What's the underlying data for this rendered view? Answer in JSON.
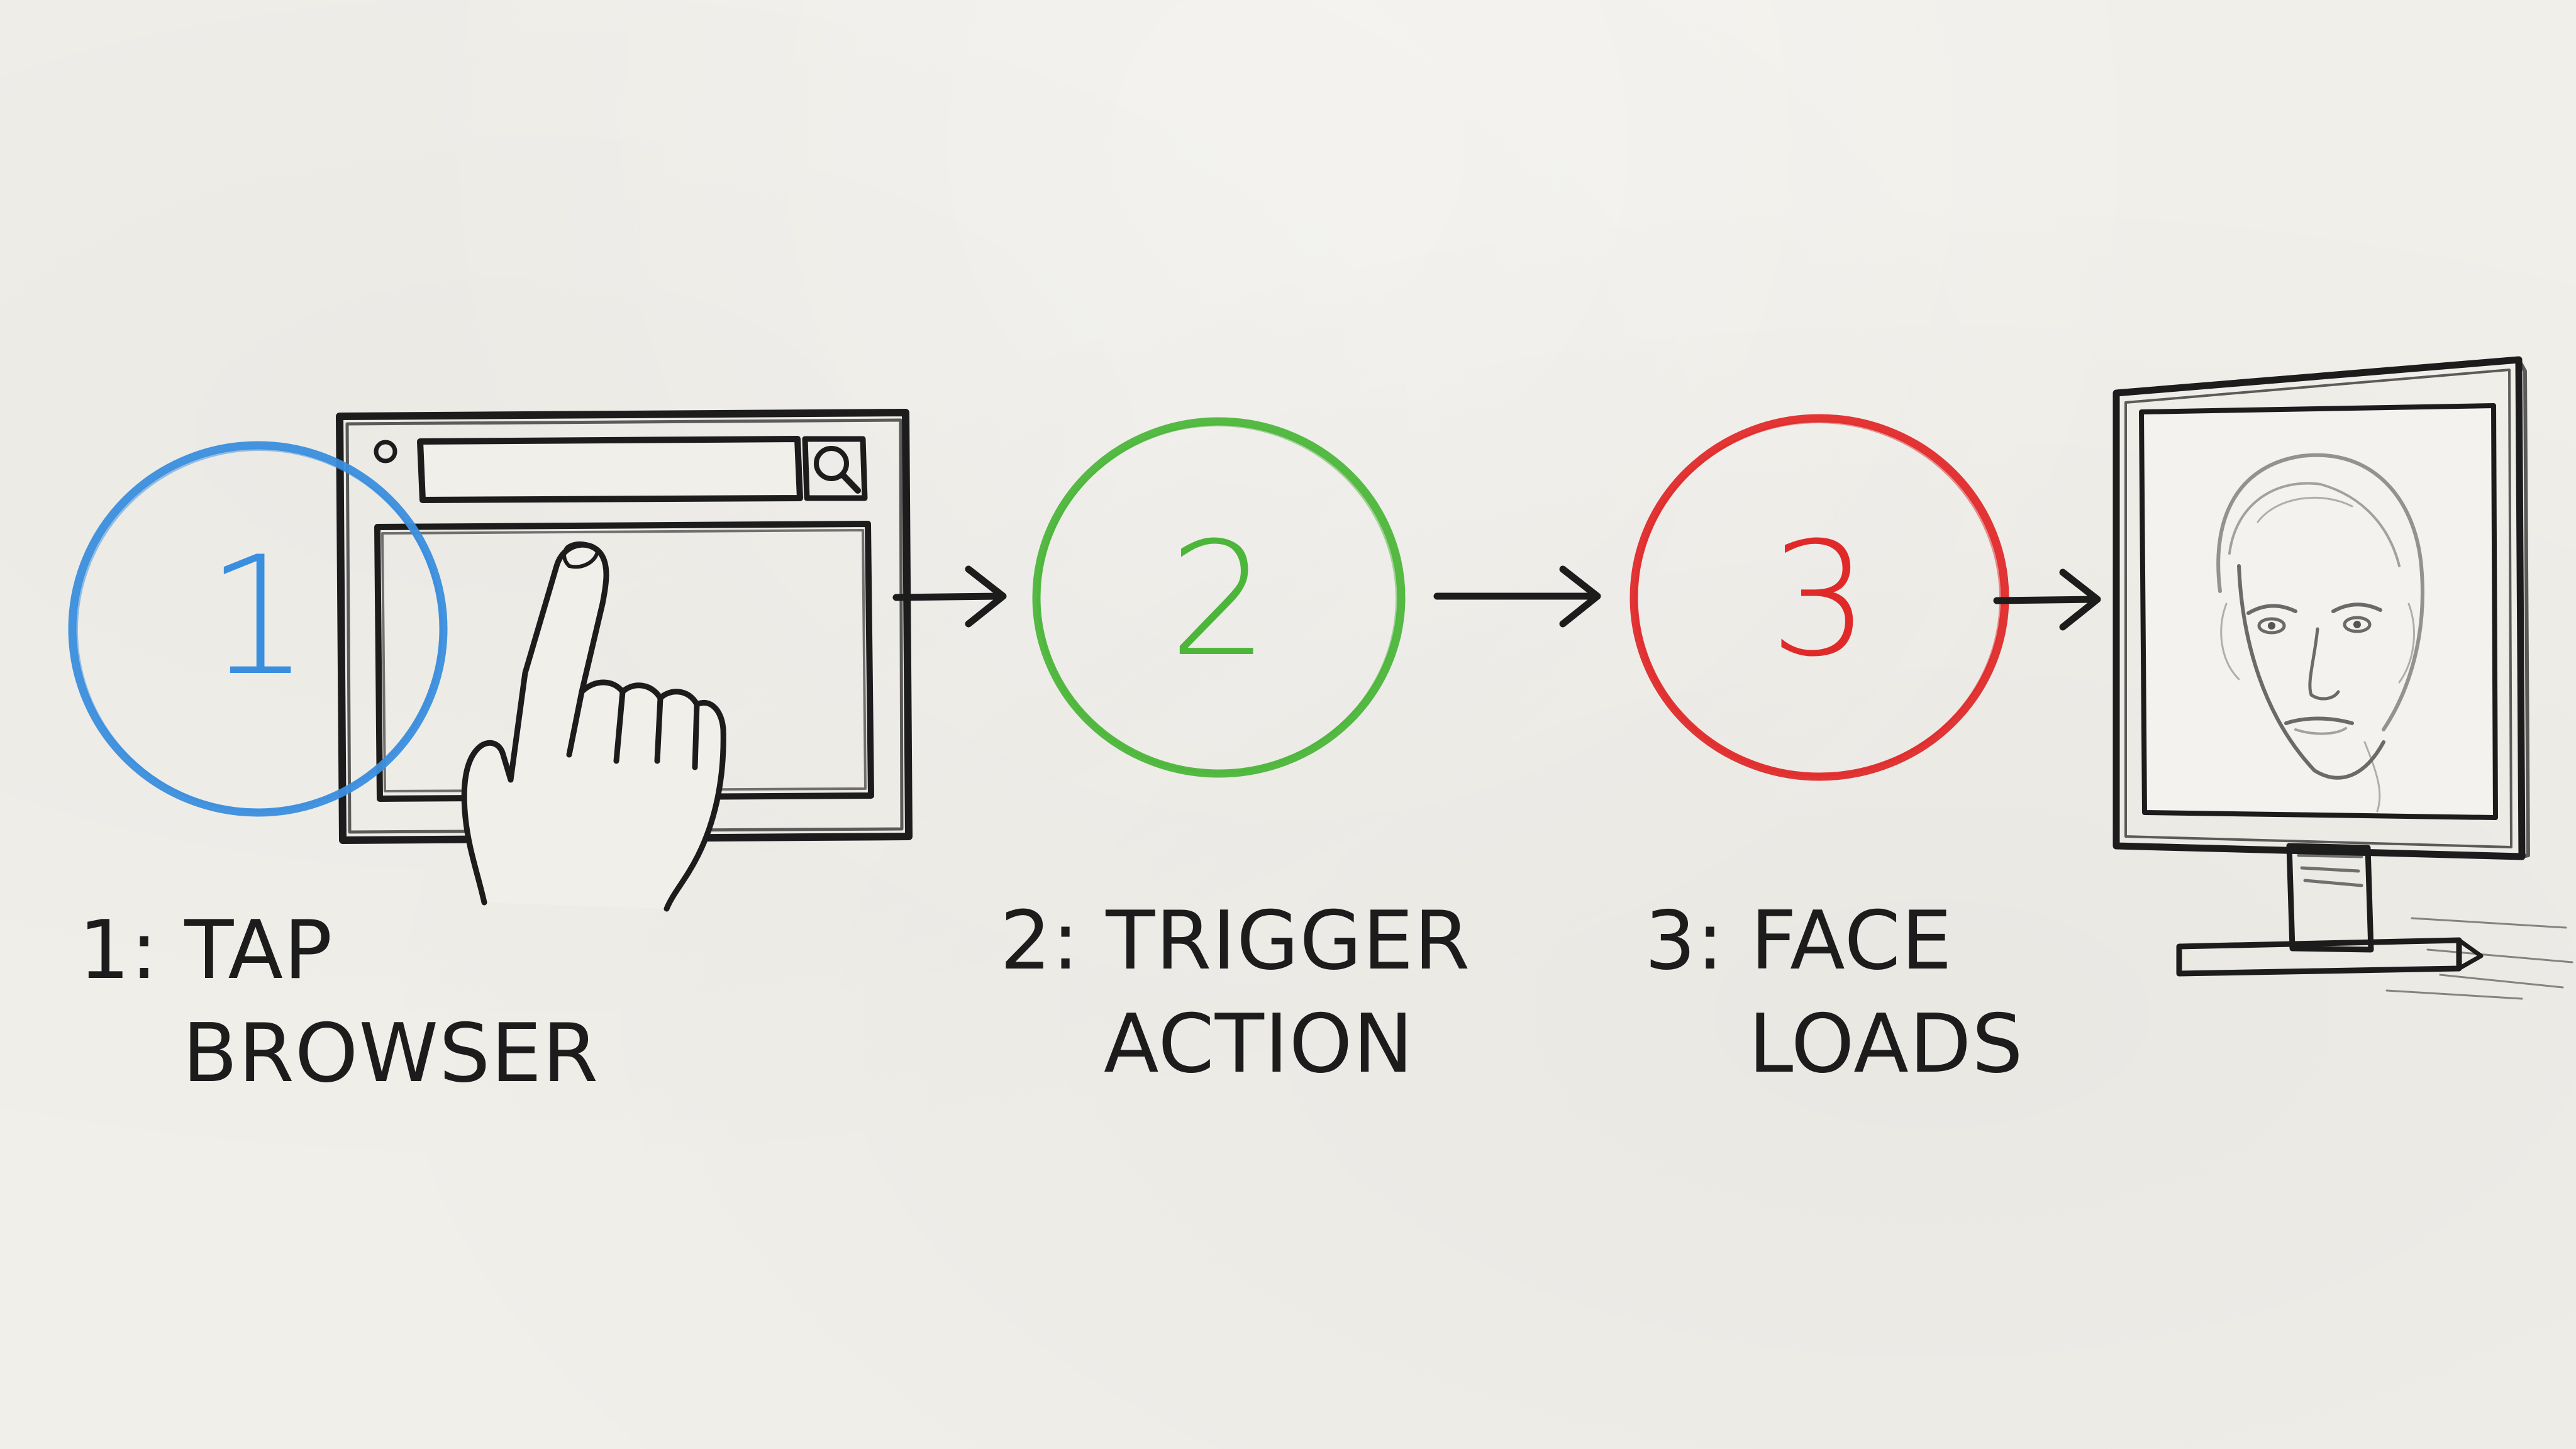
{
  "steps": [
    {
      "number": "1",
      "label_line1": "1: TAP",
      "label_line2": "BROWSER",
      "color": "#3a8ede"
    },
    {
      "number": "2",
      "label_line1": "2: TRIGGER",
      "label_line2": "ACTION",
      "color": "#4cb63a"
    },
    {
      "number": "3",
      "label_line1": "3: FACE",
      "label_line2": "LOADS",
      "color": "#e02a2a"
    }
  ],
  "colors": {
    "background": "#f1efea",
    "ink": "#1c1c1c"
  },
  "icons": [
    "browser-window-icon",
    "pointing-hand-icon",
    "search-icon",
    "arrow-right-icon",
    "monitor-icon",
    "face-sketch-icon"
  ]
}
